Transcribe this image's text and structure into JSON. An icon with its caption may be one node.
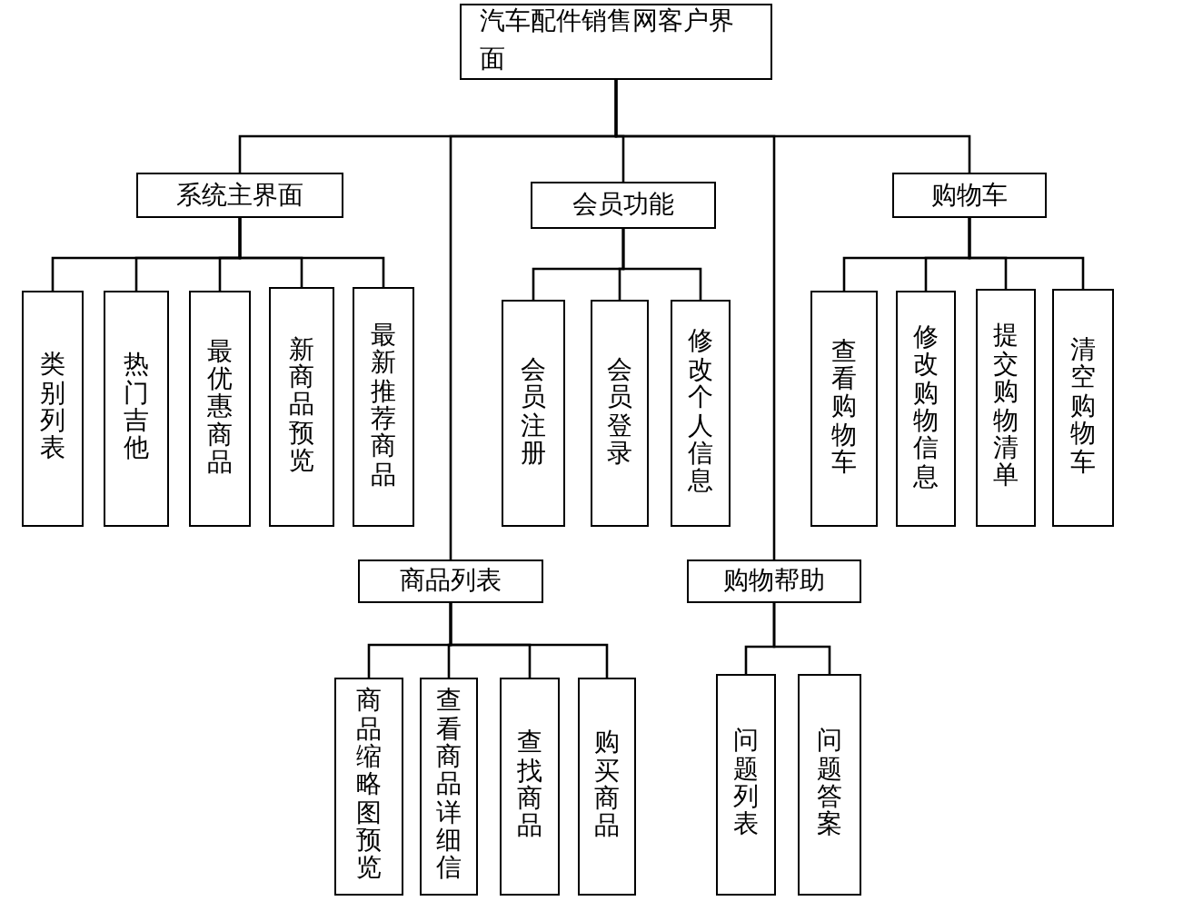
{
  "diagram": {
    "nodes": [
      {
        "text": [
          "汽车配件销售网客户界面"
        ]
      },
      {
        "text": [
          "系统主界面"
        ]
      },
      {
        "text": [
          "会员功能"
        ]
      },
      {
        "text": [
          "购物车"
        ]
      },
      {
        "text": [
          "类别列表"
        ]
      },
      {
        "text": [
          "热门吉他"
        ]
      },
      {
        "text": [
          "最优惠商品"
        ]
      },
      {
        "text": [
          "新商品预览"
        ]
      },
      {
        "text": [
          "最新推荐商品"
        ]
      },
      {
        "text": [
          "会员注册"
        ]
      },
      {
        "text": [
          "会员登录"
        ]
      },
      {
        "text": [
          "修改个人信息"
        ]
      },
      {
        "text": [
          "查看购物车"
        ]
      },
      {
        "text": [
          "修改购物信息"
        ]
      },
      {
        "text": [
          "提交购物清单"
        ]
      },
      {
        "text": [
          "清空购物车"
        ]
      },
      {
        "text": [
          "商品列表"
        ]
      },
      {
        "text": [
          "购物帮助"
        ]
      },
      {
        "text": [
          "商品缩略图预览"
        ]
      },
      {
        "text": [
          "查看商品详细信"
        ]
      },
      {
        "text": [
          "查找商品"
        ]
      },
      {
        "text": [
          "购买商品"
        ]
      },
      {
        "text": [
          "问题列表"
        ]
      },
      {
        "text": [
          "问题答案"
        ]
      }
    ],
    "edges": [
      {
        "from": 0,
        "to": 1,
        "arrow": "none"
      },
      {
        "from": 0,
        "to": 2,
        "arrow": "none"
      },
      {
        "from": 0,
        "to": 3,
        "arrow": "none"
      },
      {
        "from": 0,
        "to": 16,
        "arrow": "none"
      },
      {
        "from": 0,
        "to": 17,
        "arrow": "none"
      },
      {
        "from": 1,
        "to": 4,
        "arrow": "none"
      },
      {
        "from": 1,
        "to": 5,
        "arrow": "none"
      },
      {
        "from": 1,
        "to": 6,
        "arrow": "none"
      },
      {
        "from": 1,
        "to": 7,
        "arrow": "none"
      },
      {
        "from": 1,
        "to": 8,
        "arrow": "none"
      },
      {
        "from": 2,
        "to": 9,
        "arrow": "none"
      },
      {
        "from": 2,
        "to": 10,
        "arrow": "none"
      },
      {
        "from": 2,
        "to": 11,
        "arrow": "none"
      },
      {
        "from": 3,
        "to": 12,
        "arrow": "none"
      },
      {
        "from": 3,
        "to": 13,
        "arrow": "none"
      },
      {
        "from": 3,
        "to": 14,
        "arrow": "none"
      },
      {
        "from": 3,
        "to": 15,
        "arrow": "none"
      },
      {
        "from": 16,
        "to": 18,
        "arrow": "none"
      },
      {
        "from": 16,
        "to": 19,
        "arrow": "none"
      },
      {
        "from": 16,
        "to": 20,
        "arrow": "none"
      },
      {
        "from": 16,
        "to": 21,
        "arrow": "none"
      },
      {
        "from": 17,
        "to": 22,
        "arrow": "none"
      },
      {
        "from": 17,
        "to": 23,
        "arrow": "none"
      }
    ]
  }
}
